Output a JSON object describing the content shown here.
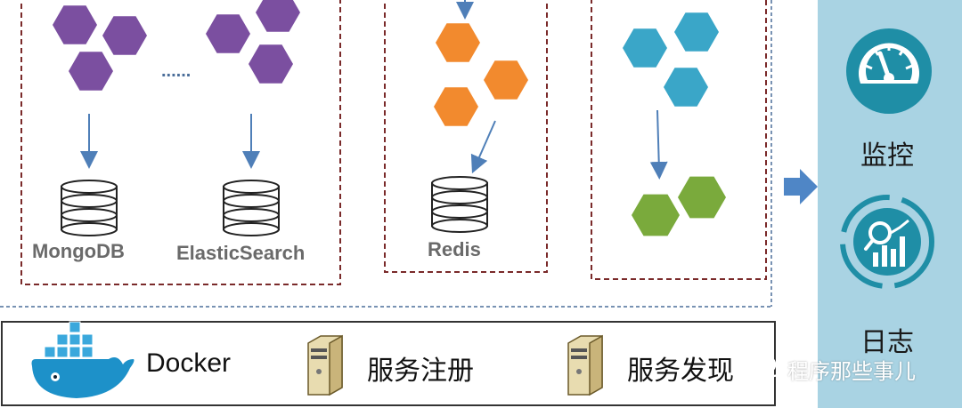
{
  "colors": {
    "purple": "#7b4fa0",
    "orange": "#f28a2e",
    "teal": "#3aa6c8",
    "green": "#7aaa3c",
    "arrow": "#4f7fb8",
    "dashed_red": "#7a2a2a",
    "dashed_blue": "#4b6e9a",
    "panel_bg": "#a9d3e3",
    "icon_teal": "#1f8ea6"
  },
  "labels": {
    "mongodb": "MongoDB",
    "elasticsearch": "ElasticSearch",
    "redis": "Redis",
    "ellipsis": "......"
  },
  "side_panel": {
    "monitor": "监控",
    "logs": "日志"
  },
  "bottom_bar": {
    "docker": "Docker",
    "service_register": "服务注册",
    "service_discovery": "服务发现"
  },
  "watermark": "程序那些事儿",
  "icons": {
    "monitor": "speedometer-icon",
    "logs": "analytics-cycle-icon",
    "docker": "docker-whale-icon",
    "server": "server-tower-icon",
    "database": "database-icon",
    "wechat": "wechat-icon"
  }
}
